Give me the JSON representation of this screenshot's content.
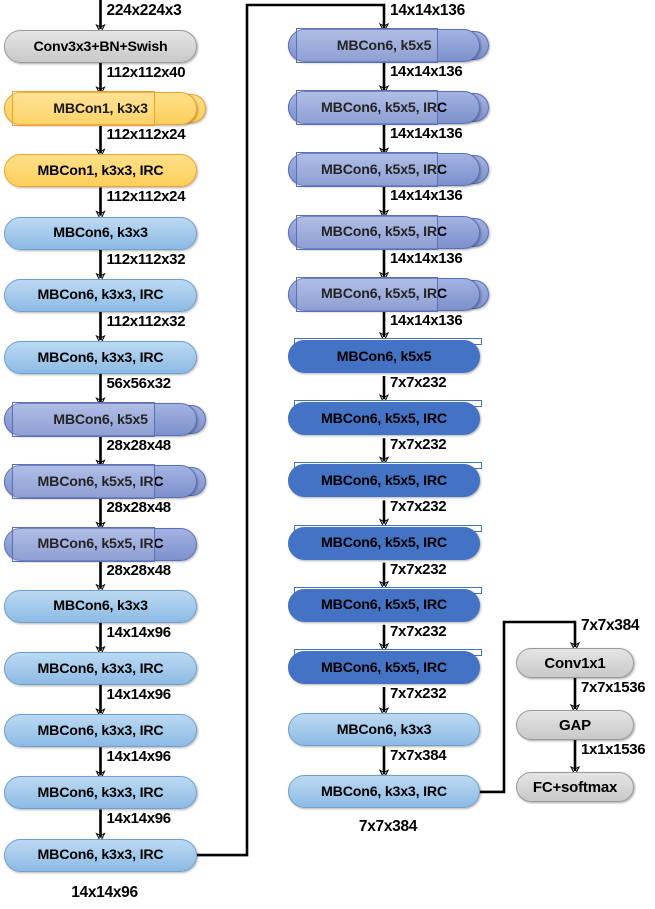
{
  "diagram": {
    "title": "EfficientNet-style CNN architecture block diagram",
    "palette": {
      "gray": "#d4d4d4",
      "yellow": "#fccf5a",
      "light_blue": "#a7cbea",
      "medium_blue": "#8194d0",
      "dark_blue": "#4472c4",
      "stroke": "#000000"
    },
    "input_label": "224x224x3",
    "left_column": {
      "nodes": [
        {
          "label": "Conv3x3+BN+Swish",
          "style": "gray",
          "out": "112x112x40"
        },
        {
          "label": "MBCon1, k3x3",
          "style": "yellow",
          "out": "112x112x24",
          "tail": true,
          "inner": true
        },
        {
          "label": "MBCon1, k3x3, IRC",
          "style": "yellow",
          "out": "112x112x24",
          "tail": false,
          "inner": false
        },
        {
          "label": "MBCon6, k3x3",
          "style": "lblue",
          "out": "112x112x32"
        },
        {
          "label": "MBCon6, k3x3, IRC",
          "style": "lblue",
          "out": "112x112x32"
        },
        {
          "label": "MBCon6, k3x3, IRC",
          "style": "lblue",
          "out": "56x56x32"
        },
        {
          "label": "MBCon6, k5x5",
          "style": "mblue",
          "out": "28x28x48",
          "tail": true,
          "inner": true
        },
        {
          "label": "MBCon6, k5x5, IRC",
          "style": "mblue",
          "out": "28x28x48",
          "tail": true,
          "inner": true
        },
        {
          "label": "MBCon6, k5x5, IRC",
          "style": "mblue",
          "out": "28x28x48",
          "tail": false,
          "inner": true
        },
        {
          "label": "MBCon6, k3x3",
          "style": "lblue",
          "out": "14x14x96"
        },
        {
          "label": "MBCon6, k3x3, IRC",
          "style": "lblue",
          "out": "14x14x96"
        },
        {
          "label": "MBCon6, k3x3, IRC",
          "style": "lblue",
          "out": "14x14x96"
        },
        {
          "label": "MBCon6, k3x3, IRC",
          "style": "lblue",
          "out": "14x14x96"
        },
        {
          "label": "MBCon6, k3x3, IRC",
          "style": "lblue",
          "out": "14x14x96"
        }
      ]
    },
    "right_column": {
      "input_label": "14x14x136",
      "nodes": [
        {
          "label": "MBCon6, k5x5",
          "style": "mblue",
          "out": "14x14x136",
          "tail": true,
          "inner": true
        },
        {
          "label": "MBCon6, k5x5, IRC",
          "style": "mblue",
          "out": "14x14x136",
          "tail": true,
          "inner": true
        },
        {
          "label": "MBCon6, k5x5, IRC",
          "style": "mblue",
          "out": "14x14x136",
          "tail": true,
          "inner": true
        },
        {
          "label": "MBCon6, k5x5, IRC",
          "style": "mblue",
          "out": "14x14x136",
          "tail": true,
          "inner": true
        },
        {
          "label": "MBCon6, k5x5, IRC",
          "style": "mblue",
          "out": "14x14x136",
          "tail": true,
          "inner": true
        },
        {
          "label": "MBCon6, k5x5",
          "style": "dblue",
          "out": "7x7x232",
          "cap": true
        },
        {
          "label": "MBCon6, k5x5, IRC",
          "style": "dblue",
          "out": "7x7x232",
          "cap": true
        },
        {
          "label": "MBCon6, k5x5, IRC",
          "style": "dblue",
          "out": "7x7x232",
          "cap": true
        },
        {
          "label": "MBCon6, k5x5, IRC",
          "style": "dblue",
          "out": "7x7x232",
          "cap": true
        },
        {
          "label": "MBCon6, k5x5, IRC",
          "style": "dblue",
          "out": "7x7x232",
          "cap": true
        },
        {
          "label": "MBCon6, k5x5, IRC",
          "style": "dblue",
          "out": "7x7x232",
          "cap": true
        },
        {
          "label": "MBCon6, k3x3",
          "style": "lblue",
          "out": "7x7x384"
        },
        {
          "label": "MBCon6, k3x3, IRC",
          "style": "lblue",
          "out": "7x7x384"
        }
      ]
    },
    "head_column": {
      "input_label": "7x7x384",
      "nodes": [
        {
          "label": "Conv1x1",
          "style": "gray",
          "out": "7x7x1536"
        },
        {
          "label": "GAP",
          "style": "gray",
          "out": "1x1x1536"
        },
        {
          "label": "FC+softmax",
          "style": "gray",
          "out": ""
        }
      ]
    }
  }
}
